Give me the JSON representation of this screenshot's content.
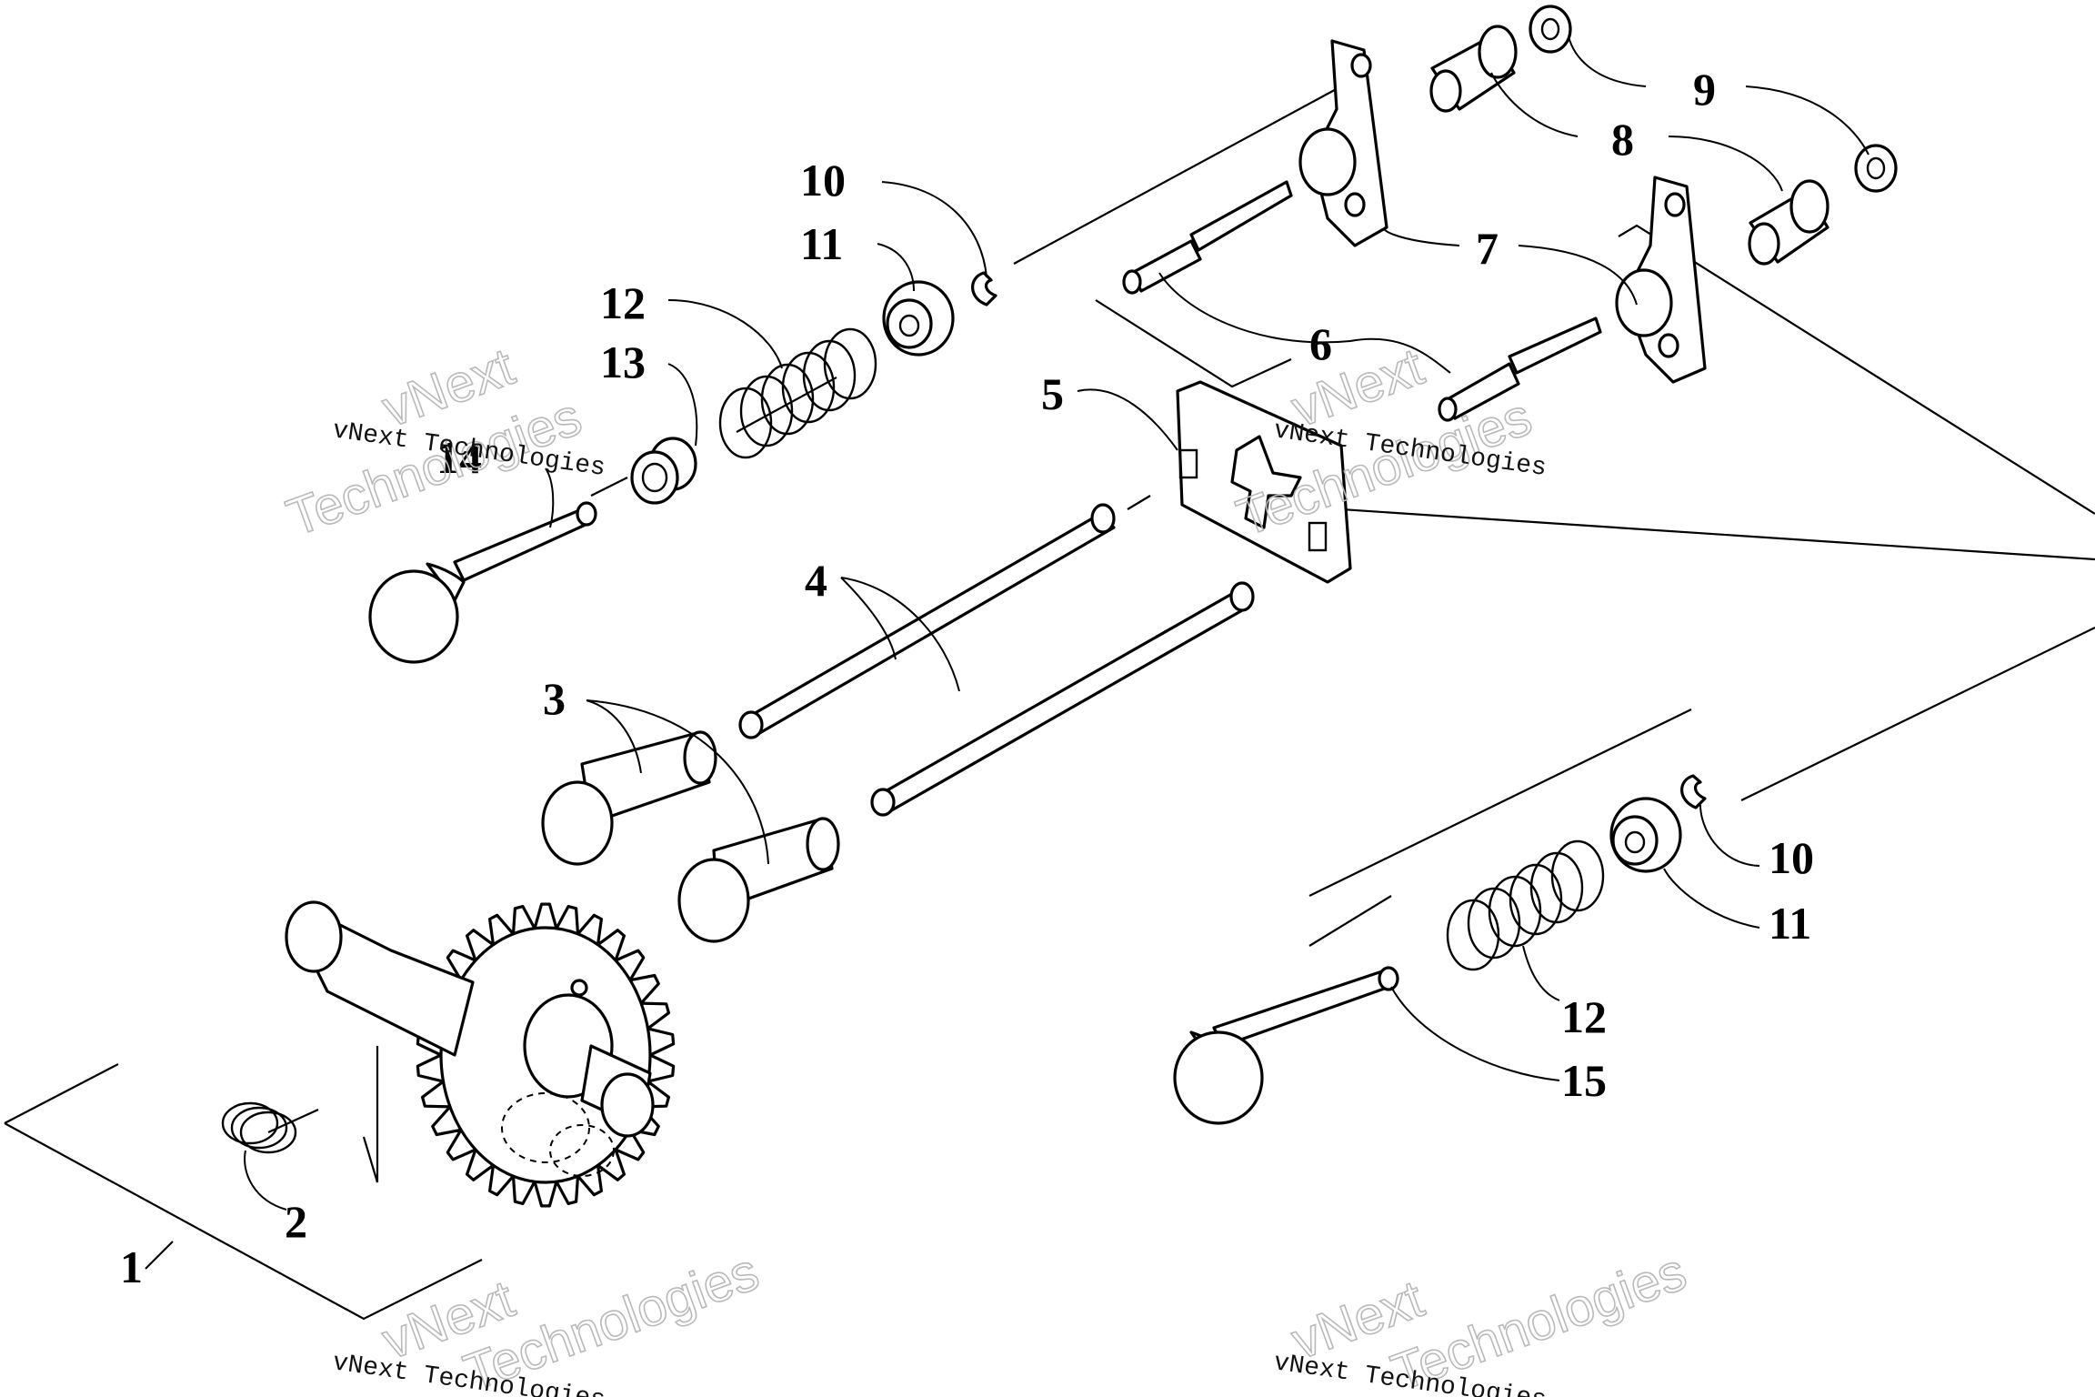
{
  "callouts": {
    "c1": "1",
    "c2": "2",
    "c3": "3",
    "c4": "4",
    "c5": "5",
    "c6": "6",
    "c7": "7",
    "c8": "8",
    "c9": "9",
    "c10a": "10",
    "c11a": "11",
    "c12a": "12",
    "c13": "13",
    "c14": "14",
    "c10b": "10",
    "c11b": "11",
    "c12b": "12",
    "c15": "15"
  },
  "watermark": {
    "text": "vNext Technologies",
    "line1": "vNext",
    "line2": "Technologies"
  },
  "colors": {
    "ink": "#000000",
    "watermark": "#b9b9b9",
    "background": "#ffffff"
  }
}
